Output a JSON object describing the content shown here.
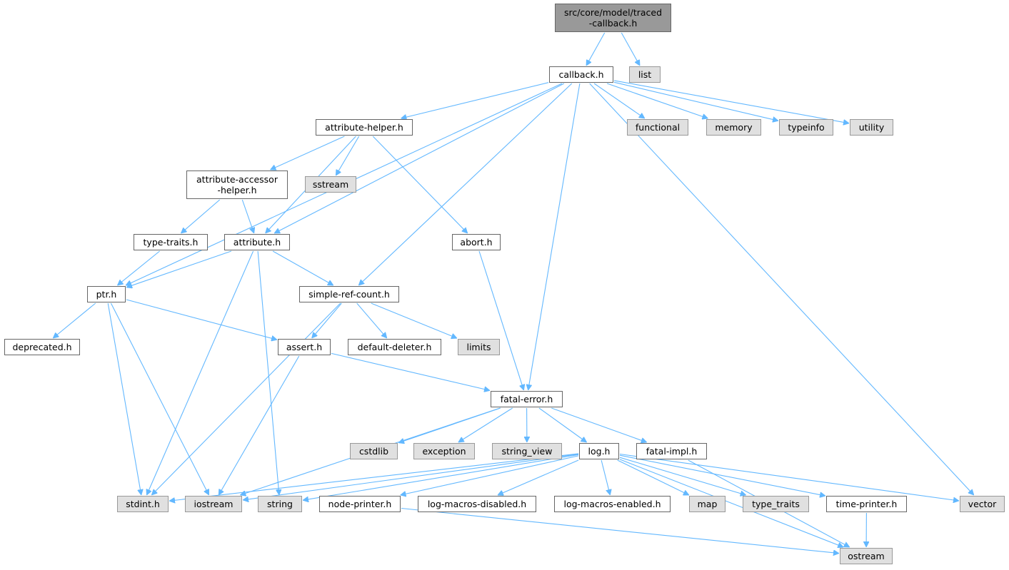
{
  "title": "src/core/model/traced-callback.h",
  "colors": {
    "edge": "#63b8ff",
    "root_fill": "#999999",
    "system_fill": "#e0e0e0",
    "local_fill": "#ffffff",
    "border": "#666666"
  },
  "nodes": {
    "traced_callback": {
      "label": "src/core/model/traced\n-callback.h",
      "kind": "root"
    },
    "callback": {
      "label": "callback.h",
      "kind": "local"
    },
    "list": {
      "label": "list",
      "kind": "system"
    },
    "attribute_helper": {
      "label": "attribute-helper.h",
      "kind": "local"
    },
    "functional": {
      "label": "functional",
      "kind": "system"
    },
    "memory": {
      "label": "memory",
      "kind": "system"
    },
    "typeinfo": {
      "label": "typeinfo",
      "kind": "system"
    },
    "utility": {
      "label": "utility",
      "kind": "system"
    },
    "attribute_accessor_helper": {
      "label": "attribute-accessor\n-helper.h",
      "kind": "local"
    },
    "sstream": {
      "label": "sstream",
      "kind": "system"
    },
    "type_traits_h": {
      "label": "type-traits.h",
      "kind": "local"
    },
    "attribute": {
      "label": "attribute.h",
      "kind": "local"
    },
    "abort": {
      "label": "abort.h",
      "kind": "local"
    },
    "ptr": {
      "label": "ptr.h",
      "kind": "local"
    },
    "simple_ref_count": {
      "label": "simple-ref-count.h",
      "kind": "local"
    },
    "deprecated": {
      "label": "deprecated.h",
      "kind": "local"
    },
    "assert": {
      "label": "assert.h",
      "kind": "local"
    },
    "default_deleter": {
      "label": "default-deleter.h",
      "kind": "local"
    },
    "limits": {
      "label": "limits",
      "kind": "system"
    },
    "fatal_error": {
      "label": "fatal-error.h",
      "kind": "local"
    },
    "cstdlib": {
      "label": "cstdlib",
      "kind": "system"
    },
    "exception": {
      "label": "exception",
      "kind": "system"
    },
    "string_view": {
      "label": "string_view",
      "kind": "system"
    },
    "log": {
      "label": "log.h",
      "kind": "local"
    },
    "fatal_impl": {
      "label": "fatal-impl.h",
      "kind": "local"
    },
    "stdint": {
      "label": "stdint.h",
      "kind": "system"
    },
    "iostream": {
      "label": "iostream",
      "kind": "system"
    },
    "string": {
      "label": "string",
      "kind": "system"
    },
    "node_printer": {
      "label": "node-printer.h",
      "kind": "local"
    },
    "log_macros_disabled": {
      "label": "log-macros-disabled.h",
      "kind": "local"
    },
    "log_macros_enabled": {
      "label": "log-macros-enabled.h",
      "kind": "local"
    },
    "map": {
      "label": "map",
      "kind": "system"
    },
    "type_traits": {
      "label": "type_traits",
      "kind": "system"
    },
    "time_printer": {
      "label": "time-printer.h",
      "kind": "local"
    },
    "vector": {
      "label": "vector",
      "kind": "system"
    },
    "ostream": {
      "label": "ostream",
      "kind": "system"
    }
  },
  "edges": [
    [
      "traced_callback",
      "callback"
    ],
    [
      "traced_callback",
      "list"
    ],
    [
      "callback",
      "attribute_helper"
    ],
    [
      "callback",
      "functional"
    ],
    [
      "callback",
      "memory"
    ],
    [
      "callback",
      "typeinfo"
    ],
    [
      "callback",
      "utility"
    ],
    [
      "callback",
      "ptr"
    ],
    [
      "callback",
      "attribute"
    ],
    [
      "callback",
      "simple_ref_count"
    ],
    [
      "callback",
      "fatal_error"
    ],
    [
      "callback",
      "vector"
    ],
    [
      "attribute_helper",
      "attribute_accessor_helper"
    ],
    [
      "attribute_helper",
      "sstream"
    ],
    [
      "attribute_helper",
      "attribute"
    ],
    [
      "attribute_helper",
      "abort"
    ],
    [
      "attribute_accessor_helper",
      "type_traits_h"
    ],
    [
      "attribute_accessor_helper",
      "attribute"
    ],
    [
      "type_traits_h",
      "ptr"
    ],
    [
      "attribute",
      "ptr"
    ],
    [
      "attribute",
      "simple_ref_count"
    ],
    [
      "attribute",
      "stdint"
    ],
    [
      "attribute",
      "string"
    ],
    [
      "abort",
      "fatal_error"
    ],
    [
      "ptr",
      "deprecated"
    ],
    [
      "ptr",
      "assert"
    ],
    [
      "ptr",
      "stdint"
    ],
    [
      "ptr",
      "iostream"
    ],
    [
      "simple_ref_count",
      "assert"
    ],
    [
      "simple_ref_count",
      "default_deleter"
    ],
    [
      "simple_ref_count",
      "limits"
    ],
    [
      "simple_ref_count",
      "stdint"
    ],
    [
      "assert",
      "fatal_error"
    ],
    [
      "assert",
      "iostream"
    ],
    [
      "fatal_error",
      "iostream"
    ],
    [
      "fatal_error",
      "cstdlib"
    ],
    [
      "fatal_error",
      "exception"
    ],
    [
      "fatal_error",
      "string_view"
    ],
    [
      "fatal_error",
      "log"
    ],
    [
      "fatal_error",
      "fatal_impl"
    ],
    [
      "log",
      "stdint"
    ],
    [
      "log",
      "iostream"
    ],
    [
      "log",
      "string"
    ],
    [
      "log",
      "node_printer"
    ],
    [
      "log",
      "log_macros_disabled"
    ],
    [
      "log",
      "log_macros_enabled"
    ],
    [
      "log",
      "map"
    ],
    [
      "log",
      "type_traits"
    ],
    [
      "log",
      "time_printer"
    ],
    [
      "log",
      "vector"
    ],
    [
      "log",
      "ostream"
    ],
    [
      "fatal_impl",
      "ostream"
    ],
    [
      "node_printer",
      "ostream"
    ],
    [
      "time_printer",
      "ostream"
    ]
  ]
}
